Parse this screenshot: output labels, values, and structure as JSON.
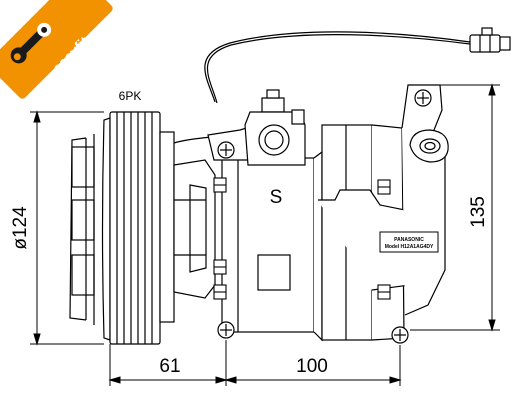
{
  "logo": {
    "text": "easyfit",
    "color": "#f39200",
    "icon": "wrench-icon"
  },
  "belt_label": "6PK",
  "dimensions": {
    "diameter": "ø124",
    "height": "135",
    "pulley_offset": "61",
    "mount_spacing": "100"
  },
  "glyph": "S",
  "nameplate": {
    "brand": "PANASONIC",
    "model": "Model H12A1AG4DY"
  },
  "colors": {
    "line": "#000000",
    "background": "#ffffff"
  }
}
